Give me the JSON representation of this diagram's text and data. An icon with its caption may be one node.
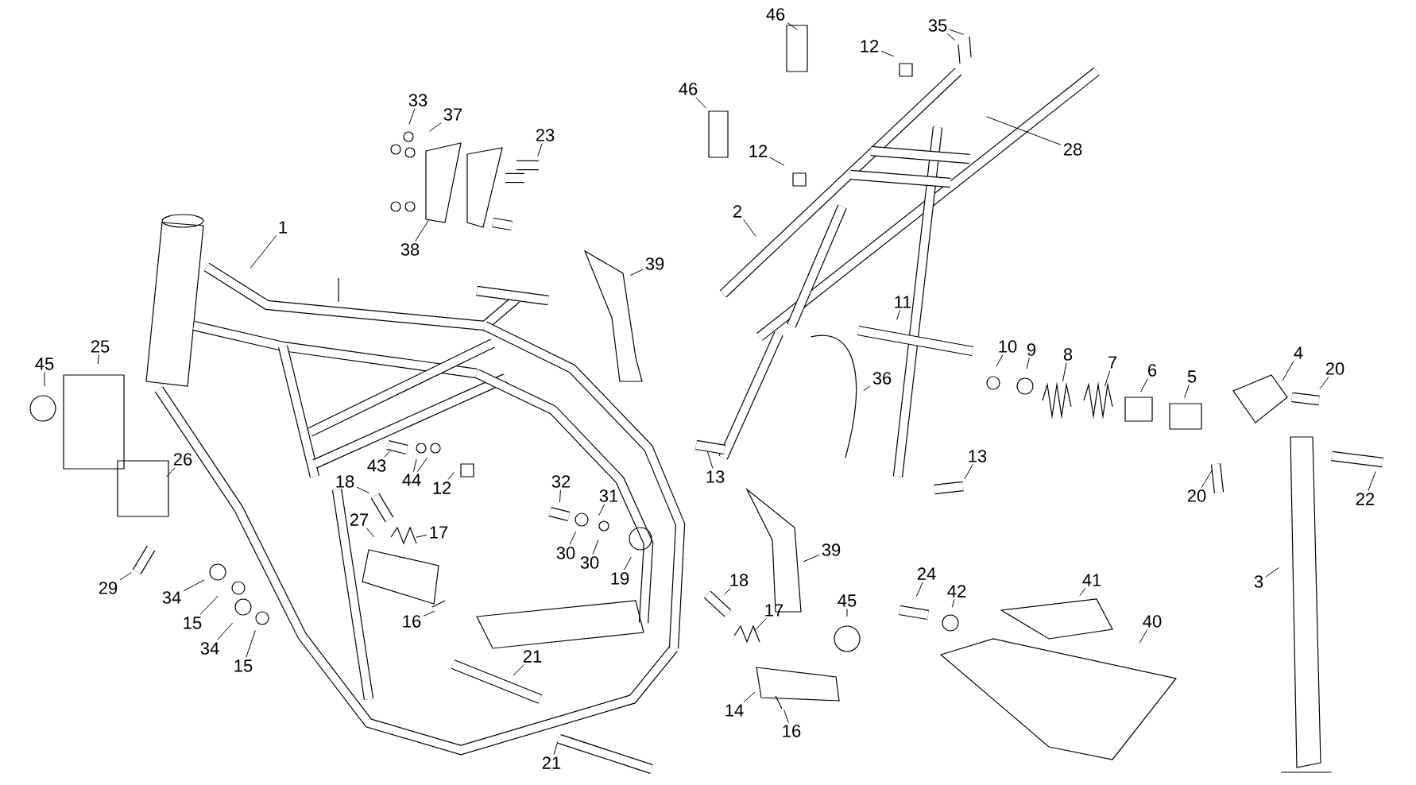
{
  "diagram": {
    "nodes": [
      {
        "text": [
          "46"
        ]
      },
      {
        "text": [
          "35"
        ]
      },
      {
        "text": [
          "12"
        ]
      },
      {
        "text": [
          "46"
        ]
      },
      {
        "text": [
          "33"
        ]
      },
      {
        "text": [
          "37"
        ]
      },
      {
        "text": [
          "23"
        ]
      },
      {
        "text": [
          "28"
        ]
      },
      {
        "text": [
          "12"
        ]
      },
      {
        "text": [
          "2"
        ]
      },
      {
        "text": [
          "1"
        ]
      },
      {
        "text": [
          "38"
        ]
      },
      {
        "text": [
          "39"
        ]
      },
      {
        "text": [
          "11"
        ]
      },
      {
        "text": [
          "25"
        ]
      },
      {
        "text": [
          "10"
        ]
      },
      {
        "text": [
          "9"
        ]
      },
      {
        "text": [
          "4"
        ]
      },
      {
        "text": [
          "8"
        ]
      },
      {
        "text": [
          "7"
        ]
      },
      {
        "text": [
          "45"
        ]
      },
      {
        "text": [
          "20"
        ]
      },
      {
        "text": [
          "6"
        ]
      },
      {
        "text": [
          "5"
        ]
      },
      {
        "text": [
          "36"
        ]
      },
      {
        "text": [
          "13"
        ]
      },
      {
        "text": [
          "26"
        ]
      },
      {
        "text": [
          "43"
        ]
      },
      {
        "text": [
          "13"
        ]
      },
      {
        "text": [
          "18"
        ]
      },
      {
        "text": [
          "44"
        ]
      },
      {
        "text": [
          "12"
        ]
      },
      {
        "text": [
          "32"
        ]
      },
      {
        "text": [
          "31"
        ]
      },
      {
        "text": [
          "20"
        ]
      },
      {
        "text": [
          "22"
        ]
      },
      {
        "text": [
          "27"
        ]
      },
      {
        "text": [
          "17"
        ]
      },
      {
        "text": [
          "39"
        ]
      },
      {
        "text": [
          "30"
        ]
      },
      {
        "text": [
          "30"
        ]
      },
      {
        "text": [
          "19"
        ]
      },
      {
        "text": [
          "18"
        ]
      },
      {
        "text": [
          "41"
        ]
      },
      {
        "text": [
          "3"
        ]
      },
      {
        "text": [
          "24"
        ]
      },
      {
        "text": [
          "29"
        ]
      },
      {
        "text": [
          "42"
        ]
      },
      {
        "text": [
          "34"
        ]
      },
      {
        "text": [
          "45"
        ]
      },
      {
        "text": [
          "16"
        ]
      },
      {
        "text": [
          "15"
        ]
      },
      {
        "text": [
          "17"
        ]
      },
      {
        "text": [
          "40"
        ]
      },
      {
        "text": [
          "34"
        ]
      },
      {
        "text": [
          "21"
        ]
      },
      {
        "text": [
          "15"
        ]
      },
      {
        "text": [
          "14"
        ]
      },
      {
        "text": [
          "16"
        ]
      },
      {
        "text": [
          "21"
        ]
      }
    ],
    "edges": [
      {
        "from": 0,
        "to": null,
        "arrow": "none"
      },
      {
        "from": 1,
        "to": null,
        "arrow": "none"
      },
      {
        "from": 1,
        "to": null,
        "arrow": "none"
      },
      {
        "from": 2,
        "to": null,
        "arrow": "none"
      },
      {
        "from": 3,
        "to": null,
        "arrow": "none"
      },
      {
        "from": 4,
        "to": null,
        "arrow": "none"
      },
      {
        "from": 5,
        "to": null,
        "arrow": "none"
      },
      {
        "from": 6,
        "to": null,
        "arrow": "none"
      },
      {
        "from": 7,
        "to": null,
        "arrow": "none"
      },
      {
        "from": 8,
        "to": null,
        "arrow": "none"
      },
      {
        "from": 9,
        "to": null,
        "arrow": "none"
      },
      {
        "from": 10,
        "to": null,
        "arrow": "none"
      },
      {
        "from": 11,
        "to": null,
        "arrow": "none"
      },
      {
        "from": 12,
        "to": null,
        "arrow": "none"
      },
      {
        "from": 13,
        "to": null,
        "arrow": "none"
      },
      {
        "from": 14,
        "to": null,
        "arrow": "none"
      },
      {
        "from": 15,
        "to": null,
        "arrow": "none"
      },
      {
        "from": 16,
        "to": null,
        "arrow": "none"
      },
      {
        "from": 17,
        "to": null,
        "arrow": "none"
      },
      {
        "from": 18,
        "to": null,
        "arrow": "none"
      },
      {
        "from": 19,
        "to": null,
        "arrow": "none"
      },
      {
        "from": 20,
        "to": null,
        "arrow": "none"
      },
      {
        "from": 21,
        "to": null,
        "arrow": "none"
      },
      {
        "from": 22,
        "to": null,
        "arrow": "none"
      },
      {
        "from": 23,
        "to": null,
        "arrow": "none"
      },
      {
        "from": 24,
        "to": null,
        "arrow": "none"
      },
      {
        "from": 25,
        "to": null,
        "arrow": "none"
      },
      {
        "from": 26,
        "to": null,
        "arrow": "none"
      },
      {
        "from": 27,
        "to": null,
        "arrow": "none"
      },
      {
        "from": 28,
        "to": null,
        "arrow": "none"
      },
      {
        "from": 29,
        "to": null,
        "arrow": "none"
      },
      {
        "from": 30,
        "to": null,
        "arrow": "none"
      },
      {
        "from": 30,
        "to": null,
        "arrow": "none"
      },
      {
        "from": 31,
        "to": null,
        "arrow": "none"
      },
      {
        "from": 32,
        "to": null,
        "arrow": "none"
      },
      {
        "from": 33,
        "to": null,
        "arrow": "none"
      },
      {
        "from": 34,
        "to": null,
        "arrow": "none"
      },
      {
        "from": 35,
        "to": null,
        "arrow": "none"
      },
      {
        "from": 36,
        "to": null,
        "arrow": "none"
      },
      {
        "from": 37,
        "to": null,
        "arrow": "none"
      },
      {
        "from": 38,
        "to": null,
        "arrow": "none"
      },
      {
        "from": 39,
        "to": null,
        "arrow": "none"
      },
      {
        "from": 40,
        "to": null,
        "arrow": "none"
      },
      {
        "from": 41,
        "to": null,
        "arrow": "none"
      },
      {
        "from": 42,
        "to": null,
        "arrow": "none"
      },
      {
        "from": 43,
        "to": null,
        "arrow": "none"
      },
      {
        "from": 44,
        "to": null,
        "arrow": "none"
      },
      {
        "from": 45,
        "to": null,
        "arrow": "none"
      },
      {
        "from": 46,
        "to": null,
        "arrow": "none"
      },
      {
        "from": 47,
        "to": null,
        "arrow": "none"
      },
      {
        "from": 48,
        "to": null,
        "arrow": "none"
      },
      {
        "from": 49,
        "to": null,
        "arrow": "none"
      },
      {
        "from": 50,
        "to": null,
        "arrow": "none"
      },
      {
        "from": 51,
        "to": null,
        "arrow": "none"
      },
      {
        "from": 52,
        "to": null,
        "arrow": "none"
      },
      {
        "from": 53,
        "to": null,
        "arrow": "none"
      },
      {
        "from": 54,
        "to": null,
        "arrow": "none"
      },
      {
        "from": 55,
        "to": null,
        "arrow": "none"
      },
      {
        "from": 56,
        "to": null,
        "arrow": "none"
      },
      {
        "from": 57,
        "to": null,
        "arrow": "none"
      },
      {
        "from": 58,
        "to": null,
        "arrow": "none"
      },
      {
        "from": 59,
        "to": null,
        "arrow": "none"
      }
    ]
  }
}
